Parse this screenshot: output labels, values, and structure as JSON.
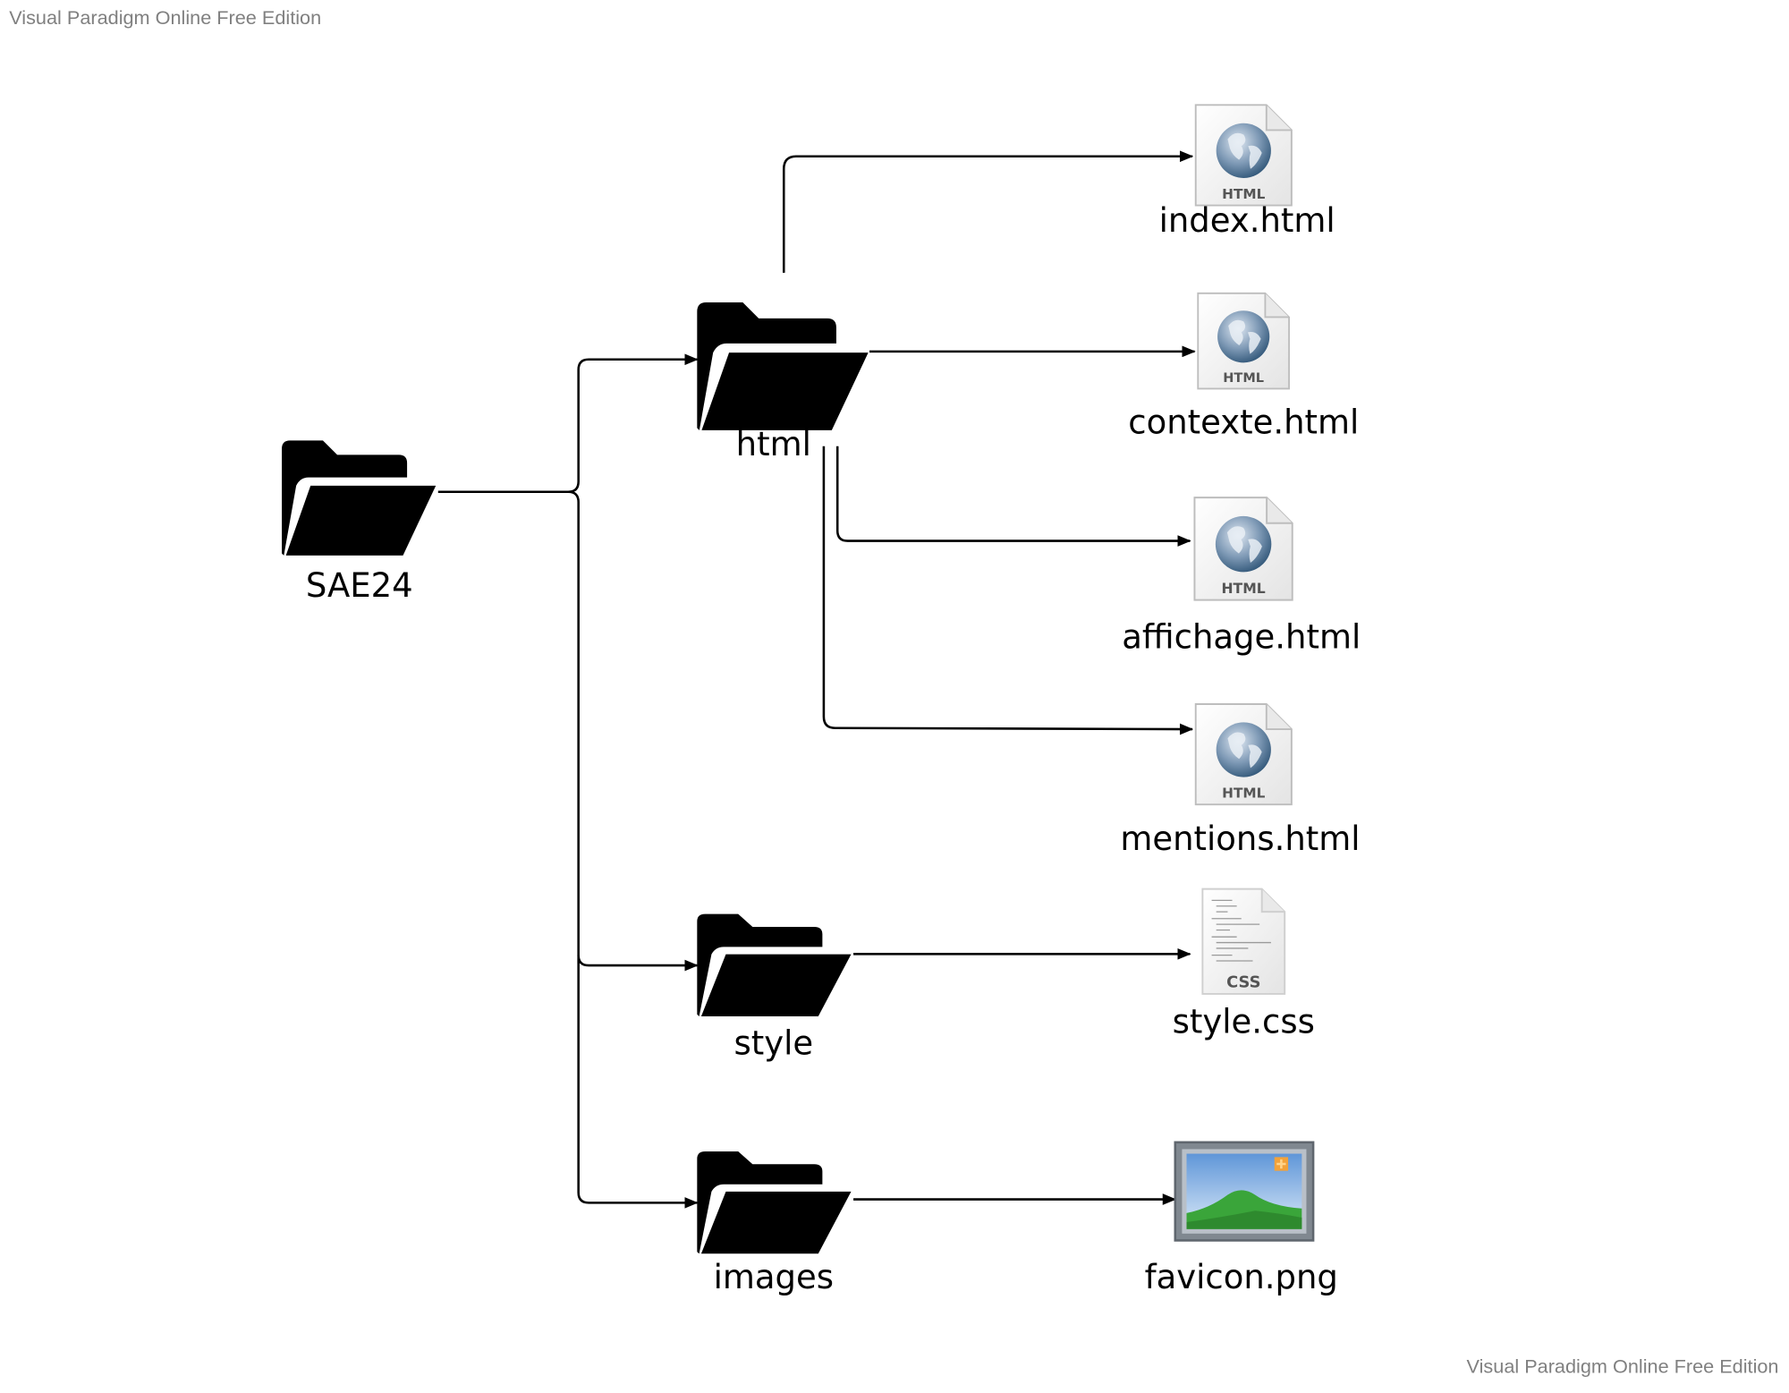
{
  "watermark": {
    "top": "Visual Paradigm Online Free Edition",
    "bottom": "Visual Paradigm Online Free Edition"
  },
  "nodes": {
    "root": {
      "label": "SAE24",
      "icon": "folder-open-icon"
    },
    "html": {
      "label": "html",
      "icon": "folder-open-icon"
    },
    "style": {
      "label": "style",
      "icon": "folder-open-icon"
    },
    "images": {
      "label": "images",
      "icon": "folder-open-icon"
    },
    "index": {
      "label": "index.html",
      "icon": "html-file-icon",
      "icon_text": "HTML"
    },
    "contexte": {
      "label": "contexte.html",
      "icon": "html-file-icon",
      "icon_text": "HTML"
    },
    "affichage": {
      "label": "affichage.html",
      "icon": "html-file-icon",
      "icon_text": "HTML"
    },
    "mentions": {
      "label": "mentions.html",
      "icon": "html-file-icon",
      "icon_text": "HTML"
    },
    "css": {
      "label": "style.css",
      "icon": "css-file-icon",
      "icon_text": "CSS"
    },
    "favicon": {
      "label": "favicon.png",
      "icon": "image-file-icon"
    }
  },
  "edges": [
    {
      "from": "SAE24",
      "to": "html"
    },
    {
      "from": "SAE24",
      "to": "style"
    },
    {
      "from": "SAE24",
      "to": "images"
    },
    {
      "from": "html",
      "to": "index.html"
    },
    {
      "from": "html",
      "to": "contexte.html"
    },
    {
      "from": "html",
      "to": "affichage.html"
    },
    {
      "from": "html",
      "to": "mentions.html"
    },
    {
      "from": "style",
      "to": "style.css"
    },
    {
      "from": "images",
      "to": "favicon.png"
    }
  ],
  "colors": {
    "folder": "#000000",
    "edge": "#000000",
    "watermark": "#808080",
    "globe": "#2f5577",
    "sky": "#8fb8e8",
    "grass": "#3aa53a",
    "frame": "#808890"
  }
}
